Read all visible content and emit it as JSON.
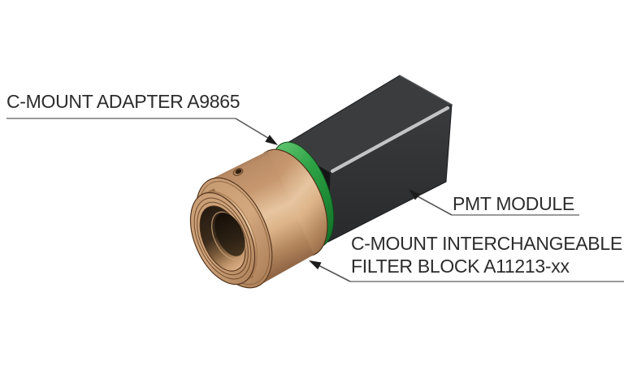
{
  "figure": {
    "type": "technical-illustration",
    "background": "#ffffff",
    "labels": {
      "adapter": "C-MOUNT ADAPTER A9865",
      "pmt_module": "PMT MODULE",
      "filter_block_line1": "C-MOUNT INTERCHANGEABLE",
      "filter_block_line2": "FILTER BLOCK A11213-xx"
    },
    "parts": [
      {
        "name": "pmt-module",
        "description": "black rectangular module",
        "color": "#3b3c3e"
      },
      {
        "name": "c-mount-adapter",
        "description": "green ring adapter A9865",
        "color": "#2fa246"
      },
      {
        "name": "filter-block",
        "description": "copper cylindrical C-mount filter block A11213-xx",
        "color": "#c7986f"
      }
    ],
    "colors": {
      "box_top": "#3b3c3e",
      "box_side": "#2a2b2d",
      "box_edge_highlight": "#c2c4c6",
      "adapter_green": "#2fa246",
      "copper_mid": "#c7986f",
      "copper_highlight": "#e6c5a0",
      "copper_shadow": "#7b5336",
      "leader_line": "#555555",
      "underline": "#9a9a9a",
      "arrowhead": "#1c1c1c",
      "label_text": "#2c2c2c"
    }
  }
}
